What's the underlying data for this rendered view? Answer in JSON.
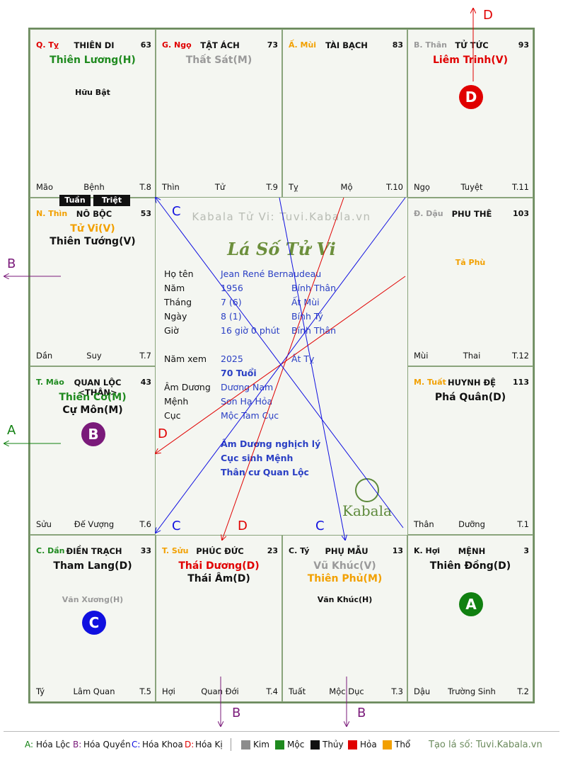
{
  "watermark": "Kabala Tử Vi: Tuvi.Kabala.vn",
  "center_title": "Lá Số Tử Vi",
  "center_logo": "Kabala",
  "tuan": "Tuần",
  "triet": "Triệt",
  "info": {
    "ho_ten_label": "Họ tên",
    "ho_ten": "Jean René Bernaudeau",
    "nam_label": "Năm",
    "nam": "1956",
    "nam_can_chi": "Bính Thân",
    "thang_label": "Tháng",
    "thang": "7 (6)",
    "thang_can_chi": "Ất Mùi",
    "ngay_label": "Ngày",
    "ngay": "8 (1)",
    "ngay_can_chi": "Bính Tý",
    "gio_label": "Giờ",
    "gio": "16 giờ 0 phút",
    "gio_can_chi": "Bính Thân",
    "nam_xem_label": "Năm xem",
    "nam_xem": "2025",
    "nam_xem_can_chi": "Ất Tỵ",
    "tuoi": "70 Tuổi",
    "am_duong_label": "Âm Dương",
    "am_duong": "Dương Nam",
    "menh_label": "Mệnh",
    "menh": "Sơn Hạ Hỏa",
    "cuc_label": "Cục",
    "cuc": "Mộc Tam Cục",
    "note1": "Âm Dương nghịch lý",
    "note2": "Cục sinh Mệnh",
    "note3": "Thân cư Quan Lộc"
  },
  "palaces": [
    {
      "id": "ty-top",
      "can_chi": "Q. Tỵ",
      "can_color": "#e00000",
      "name": "THIÊN DI",
      "num": "63",
      "stars": [
        {
          "t": "Thiên Lương(H)",
          "c": "#1f8a1f"
        }
      ],
      "minor": "Hữu Bật",
      "minor_color": "#111",
      "branch": "Mão",
      "stage": "Bệnh",
      "age": "T.8"
    },
    {
      "id": "ngo",
      "can_chi": "G. Ngọ",
      "can_color": "#e00000",
      "name": "TẬT ÁCH",
      "num": "73",
      "stars": [
        {
          "t": "Thất Sát(M)",
          "c": "#9a9a9a"
        }
      ],
      "minor": "",
      "minor_color": "#111",
      "branch": "Thìn",
      "stage": "Tử",
      "age": "T.9"
    },
    {
      "id": "mui",
      "can_chi": "Ấ. Mùi",
      "can_color": "#f2a000",
      "name": "TÀI BẠCH",
      "num": "83",
      "stars": [],
      "minor": "",
      "minor_color": "#111",
      "branch": "Tỵ",
      "stage": "Mộ",
      "age": "T.10"
    },
    {
      "id": "than-top",
      "can_chi": "B. Thân",
      "can_color": "#9a9a9a",
      "name": "TỬ TỨC",
      "num": "93",
      "stars": [
        {
          "t": "Liêm Trinh(V)",
          "c": "#e00000"
        }
      ],
      "minor": "",
      "minor_color": "#111",
      "branch": "Ngọ",
      "stage": "Tuyệt",
      "age": "T.11"
    },
    {
      "id": "thin",
      "can_chi": "N. Thìn",
      "can_color": "#f2a000",
      "name": "NÔ BỘC",
      "num": "53",
      "stars": [
        {
          "t": "Tử Vi(V)",
          "c": "#f2a000"
        },
        {
          "t": "Thiên Tướng(V)",
          "c": "#111"
        }
      ],
      "minor": "",
      "minor_color": "#111",
      "branch": "Dần",
      "stage": "Suy",
      "age": "T.7"
    },
    {
      "id": "dau",
      "can_chi": "Đ. Dậu",
      "can_color": "#9a9a9a",
      "name": "PHU THÊ",
      "num": "103",
      "stars": [],
      "minor": "Tả Phù",
      "minor_color": "#f2a000",
      "branch": "Mùi",
      "stage": "Thai",
      "age": "T.12"
    },
    {
      "id": "mao",
      "can_chi": "T. Mão",
      "can_color": "#1f8a1f",
      "name": "QUAN LỘC <THÂN>",
      "num": "43",
      "stars": [
        {
          "t": "Thiên Cơ(M)",
          "c": "#1f8a1f"
        },
        {
          "t": "Cự Môn(M)",
          "c": "#111"
        }
      ],
      "minor": "",
      "minor_color": "#111",
      "branch": "Sửu",
      "stage": "Đế Vượng",
      "age": "T.6"
    },
    {
      "id": "tuat",
      "can_chi": "M. Tuất",
      "can_color": "#f2a000",
      "name": "HUYNH ĐỆ",
      "num": "113",
      "stars": [
        {
          "t": "Phá Quân(D)",
          "c": "#111"
        }
      ],
      "minor": "",
      "minor_color": "#111",
      "branch": "Thân",
      "stage": "Dưỡng",
      "age": "T.1"
    },
    {
      "id": "dan",
      "can_chi": "C. Dần",
      "can_color": "#1f8a1f",
      "name": "ĐIỀN TRẠCH",
      "num": "33",
      "stars": [
        {
          "t": "Tham Lang(D)",
          "c": "#111"
        }
      ],
      "minor": "Văn Xương(H)",
      "minor_color": "#9a9a9a",
      "branch": "Tý",
      "stage": "Lâm Quan",
      "age": "T.5"
    },
    {
      "id": "suu",
      "can_chi": "T. Sửu",
      "can_color": "#f2a000",
      "name": "PHÚC ĐỨC",
      "num": "23",
      "stars": [
        {
          "t": "Thái Dương(D)",
          "c": "#e00000"
        },
        {
          "t": "Thái Âm(D)",
          "c": "#111"
        }
      ],
      "minor": "",
      "minor_color": "#111",
      "branch": "Hợi",
      "stage": "Quan Đới",
      "age": "T.4"
    },
    {
      "id": "ty-bottom",
      "can_chi": "C. Tý",
      "can_color": "#111",
      "name": "PHỤ MẪU",
      "num": "13",
      "stars": [
        {
          "t": "Vũ Khúc(V)",
          "c": "#9a9a9a"
        },
        {
          "t": "Thiên Phủ(M)",
          "c": "#f2a000"
        }
      ],
      "minor": "Văn Khúc(H)",
      "minor_color": "#111",
      "branch": "Tuất",
      "stage": "Mộc Dục",
      "age": "T.3"
    },
    {
      "id": "hoi",
      "can_chi": "K. Hợi",
      "can_color": "#111",
      "name": "MỆNH",
      "num": "3",
      "stars": [
        {
          "t": "Thiên Đồng(D)",
          "c": "#111"
        }
      ],
      "minor": "",
      "minor_color": "#111",
      "branch": "Dậu",
      "stage": "Trường Sinh",
      "age": "T.2"
    }
  ],
  "circles": [
    {
      "id": "d",
      "letter": "D",
      "color": "#e00000"
    },
    {
      "id": "b",
      "letter": "B",
      "color": "#7a1a7a"
    },
    {
      "id": "c",
      "letter": "C",
      "color": "#1010e0"
    },
    {
      "id": "a",
      "letter": "A",
      "color": "#108010"
    }
  ],
  "arrow_labels": {
    "top_d": "D",
    "left_b": "B",
    "left_a": "A",
    "bottom_b1": "B",
    "bottom_b2": "B",
    "c1": "C",
    "c2": "C",
    "c3": "C",
    "d1": "D",
    "d2": "D"
  },
  "legend": {
    "a_key": "A:",
    "a_text": "Hóa Lộc",
    "b_key": "B:",
    "b_text": "Hóa Quyền",
    "c_key": "C:",
    "c_text": "Hóa Khoa",
    "d_key": "D:",
    "d_text": "Hóa Kị",
    "kim": "Kim",
    "moc": "Mộc",
    "thuy": "Thủy",
    "hoa": "Hỏa",
    "tho": "Thổ",
    "site": "Tạo lá số: Tuvi.Kabala.vn",
    "colors": {
      "kim": "#8c8c8c",
      "moc": "#1f8a1f",
      "thuy": "#111111",
      "hoa": "#e00000",
      "tho": "#f2a000"
    }
  }
}
